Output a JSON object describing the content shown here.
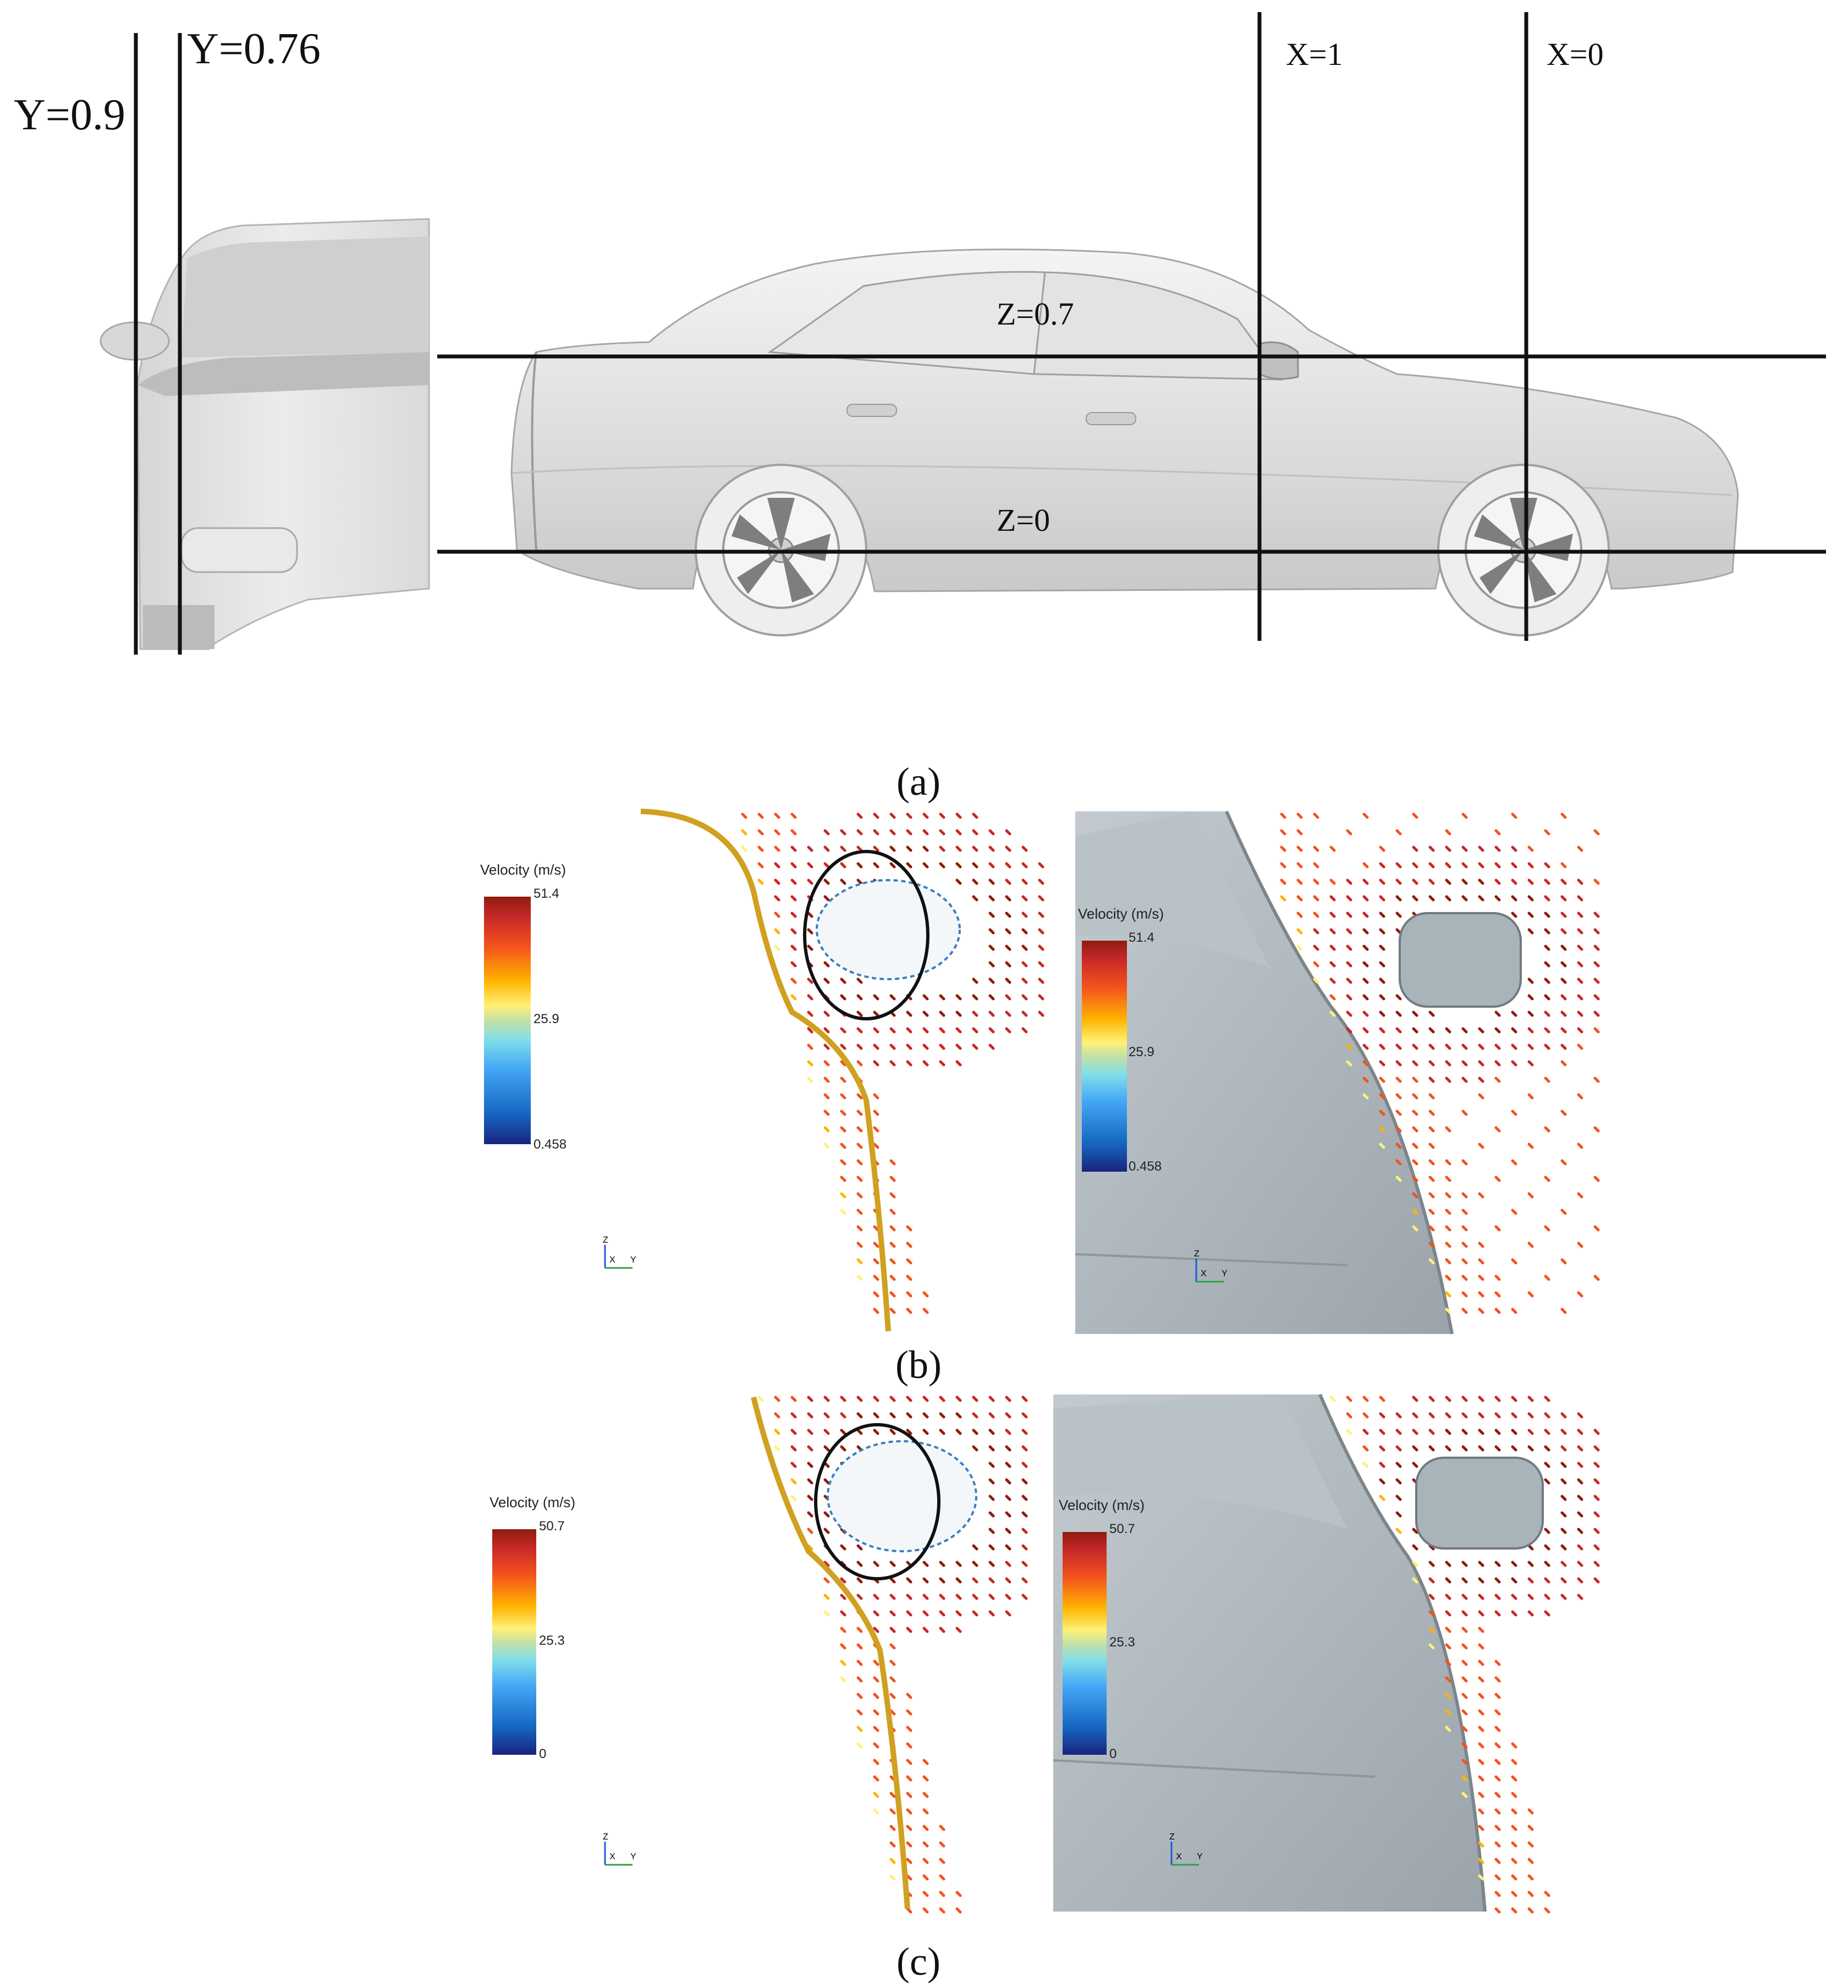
{
  "panel_a": {
    "plane_labels": {
      "y09": "Y=0.9",
      "y076": "Y=0.76",
      "x1": "X=1",
      "x0": "X=0",
      "z07": "Z=0.7",
      "z0": "Z=0"
    },
    "caption": "(a)"
  },
  "panel_b": {
    "caption": "(b)",
    "legend_left": {
      "title": "Velocity (m/s)",
      "max": "51.4",
      "mid": "25.9",
      "min": "0.458"
    },
    "legend_right": {
      "title": "Velocity (m/s)",
      "max": "51.4",
      "mid": "25.9",
      "min": "0.458"
    }
  },
  "panel_c": {
    "caption": "(c)",
    "legend_left": {
      "title": "Velocity (m/s)",
      "max": "50.7",
      "mid": "25.3",
      "min": "0"
    },
    "legend_right": {
      "title": "Velocity (m/s)",
      "max": "50.7",
      "mid": "25.3",
      "min": "0"
    }
  },
  "axis_triad": {
    "z": "Z",
    "x": "X",
    "y": "Y"
  },
  "colormap": [
    "#1a237e",
    "#1565c0",
    "#42a5f5",
    "#80deea",
    "#c5e1a5",
    "#fff176",
    "#ffb300",
    "#f4511e",
    "#c62828",
    "#8e1c0e"
  ]
}
